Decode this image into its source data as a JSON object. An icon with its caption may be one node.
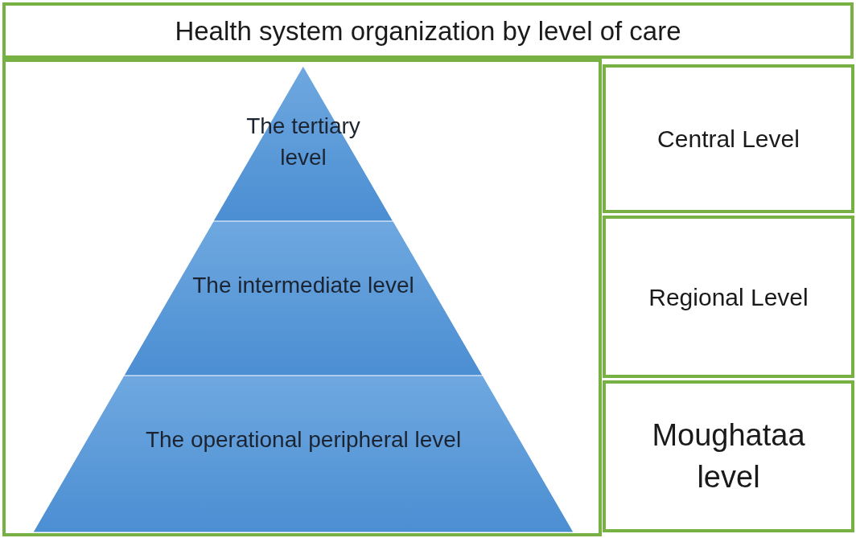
{
  "diagram": {
    "title": "Health system organization by level of care",
    "nodes": [
      {
        "text": [
          "The tertiary level"
        ]
      },
      {
        "text": [
          "The intermediate level"
        ]
      },
      {
        "text": [
          "The operational peripheral level"
        ]
      },
      {
        "text": [
          "Central Level"
        ]
      },
      {
        "text": [
          "Regional Level"
        ]
      },
      {
        "text": [
          "Moughataa level"
        ]
      }
    ]
  }
}
